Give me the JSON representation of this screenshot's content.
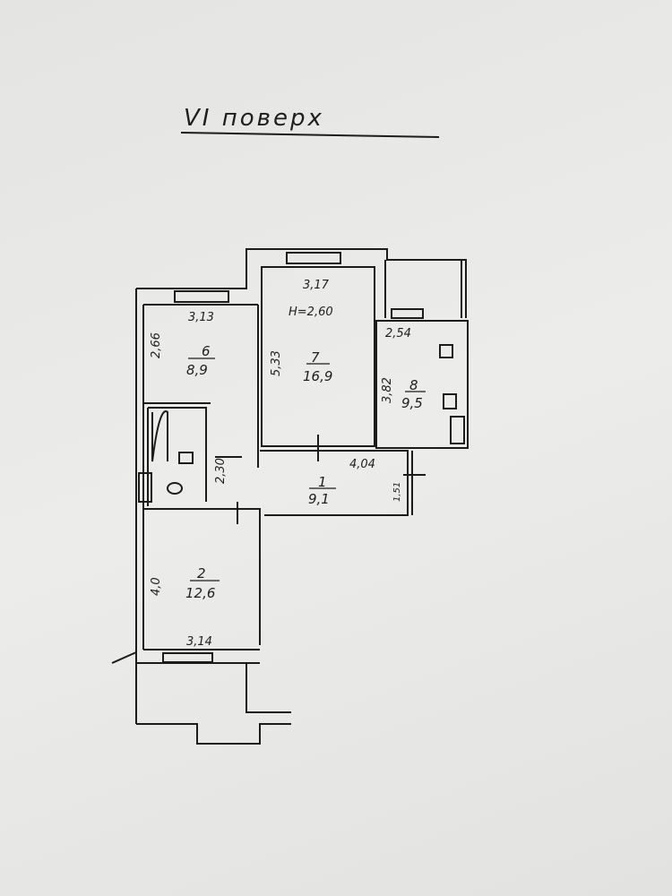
{
  "title": "VI поверх",
  "ceiling_height": "H=2,60",
  "rooms": [
    {
      "number": "6",
      "area": "8,9",
      "width": "3,13",
      "depth": "2,66"
    },
    {
      "number": "7",
      "area": "16,9",
      "width": "3,17",
      "depth": "5,33"
    },
    {
      "number": "8",
      "area": "9,5",
      "width": "2,54",
      "depth": "3,82"
    },
    {
      "number": "1",
      "area": "9,1",
      "width": "4,04",
      "depth": "1,51"
    },
    {
      "number": "2",
      "area": "12,6",
      "width": "3,14",
      "depth": "4,0"
    }
  ],
  "corridor_dim": "2,30"
}
